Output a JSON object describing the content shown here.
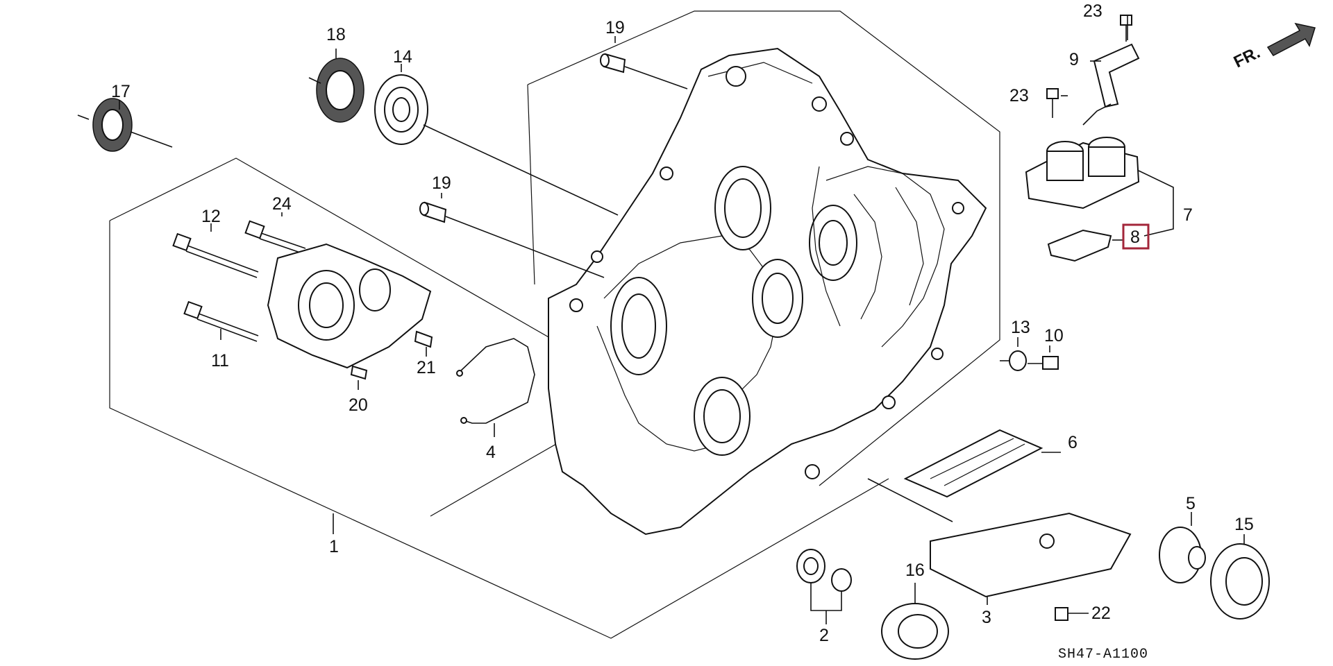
{
  "diagram": {
    "code": "SH47-A1100",
    "direction_label": "FR.",
    "highlighted_callout": "8",
    "callouts": {
      "c1": "1",
      "c2": "2",
      "c3": "3",
      "c4": "4",
      "c5": "5",
      "c6": "6",
      "c7": "7",
      "c8": "8",
      "c9": "9",
      "c10": "10",
      "c11": "11",
      "c12": "12",
      "c13": "13",
      "c14": "14",
      "c15": "15",
      "c16": "16",
      "c17": "17",
      "c18": "18",
      "c19a": "19",
      "c19b": "19",
      "c20": "20",
      "c21": "21",
      "c22": "22",
      "c23a": "23",
      "c23b": "23",
      "c24": "24"
    },
    "colors": {
      "highlight": "#a3263a",
      "ink": "#111111",
      "paper": "#ffffff"
    }
  }
}
